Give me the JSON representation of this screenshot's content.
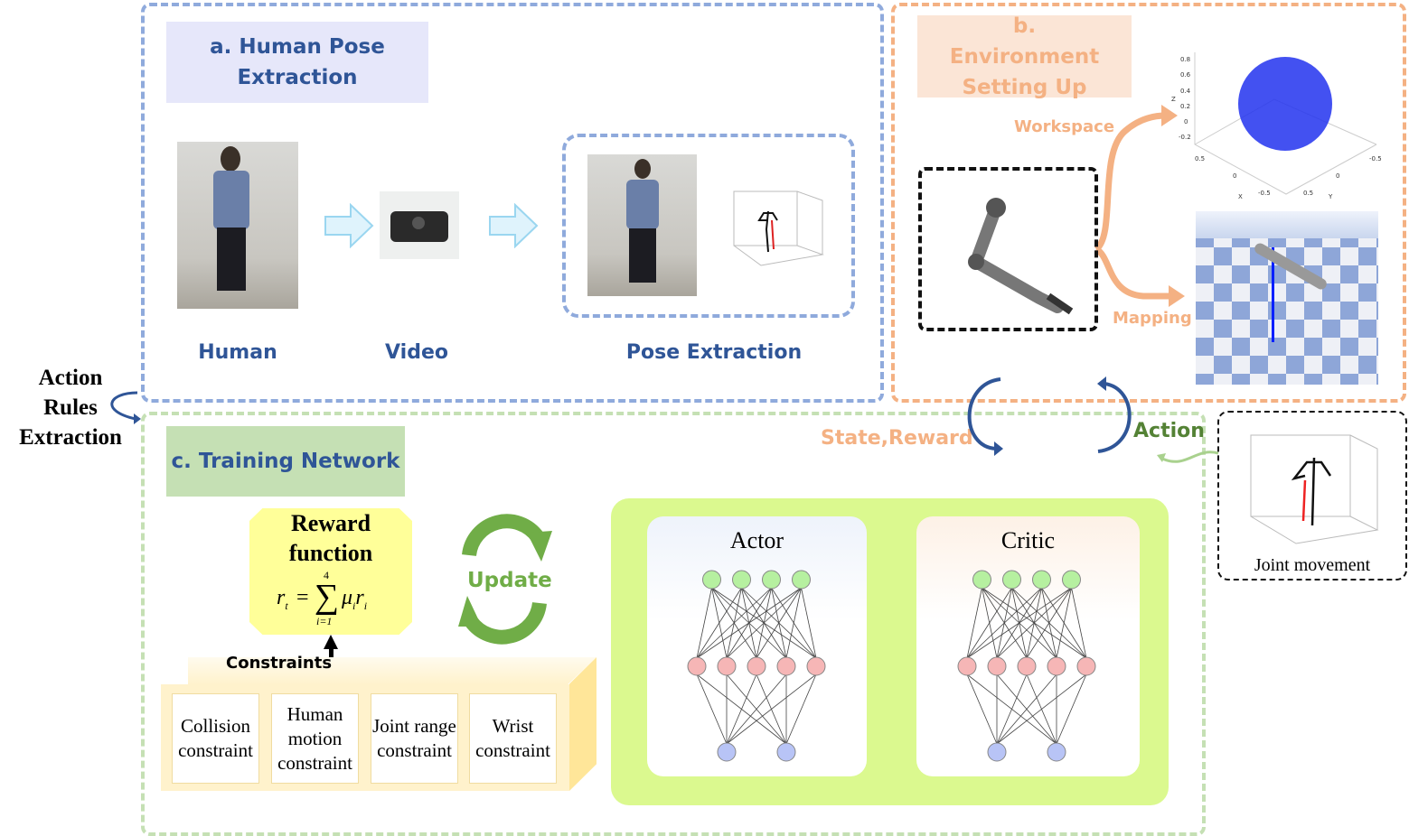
{
  "panel_a": {
    "title": "a. Human Pose Extraction",
    "labels": {
      "human": "Human",
      "video": "Video",
      "pose": "Pose Extraction"
    }
  },
  "panel_b": {
    "title": "b. Environment Setting Up",
    "workspace": "Workspace",
    "mapping": "Mapping",
    "plot": {
      "z_label": "Z",
      "x_label": "X",
      "y_label": "Y",
      "z_ticks": [
        "0.8",
        "0.6",
        "0.4",
        "0.2",
        "0",
        "-0.2"
      ],
      "x_ticks": [
        "0.5",
        "0",
        "-0.5"
      ],
      "y_ticks": [
        "0.5",
        "0",
        "-0.5"
      ]
    }
  },
  "panel_c": {
    "title": "c. Training Network",
    "reward_title": "Reward function",
    "formula": {
      "lhs": "r",
      "lhs_sub": "t",
      "eq": "=",
      "sum_top": "4",
      "sum_bottom": "i=1",
      "term": "μ",
      "term_sub": "i",
      "term2": "r",
      "term2_sub": "i"
    },
    "constraints_label": "Constraints",
    "update": "Update",
    "constraints": [
      "Collision constraint",
      "Human motion constraint",
      "Joint range constraint",
      "Wrist constraint"
    ],
    "actor": "Actor",
    "critic": "Critic"
  },
  "side": {
    "action_rules": "Action Rules Extraction",
    "state_reward": "State,Reward",
    "action": "Action",
    "joint_movement": "Joint movement"
  },
  "colors": {
    "blue": "#8faadc",
    "orange": "#f4b183",
    "green": "#c5e0b4",
    "title_blue": "#2f5597",
    "nn_bg": "#dbf98f"
  },
  "network": {
    "layers": [
      4,
      5,
      2
    ],
    "colors": [
      "#b6f0a0",
      "#f6b6b6",
      "#b8c4f6"
    ]
  }
}
